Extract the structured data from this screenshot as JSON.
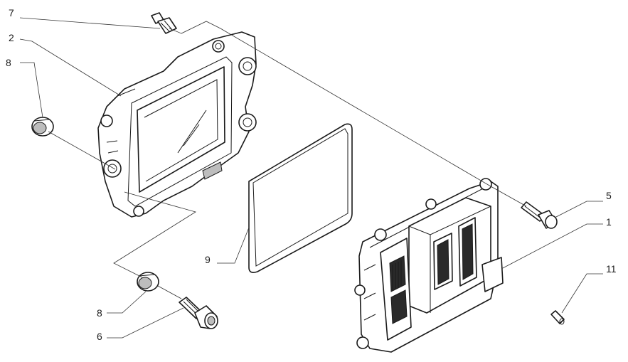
{
  "callouts": {
    "c7": "7",
    "c2": "2",
    "c8a": "8",
    "c5": "5",
    "c1": "1",
    "c11": "11",
    "c9": "9",
    "c8b": "8",
    "c6": "6"
  }
}
